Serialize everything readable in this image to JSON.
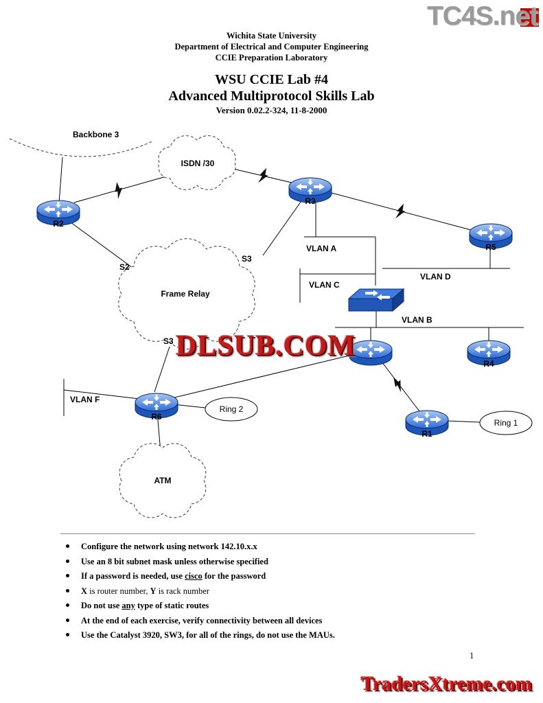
{
  "branding": {
    "logo": "TC4S.net",
    "watermark_center": "DLSUB.COM",
    "watermark_bottom": "TradersXtreme.com",
    "logo_color": "#9a9a9a",
    "watermark_red": "#c11b1b"
  },
  "header": {
    "line1": "Wichita State University",
    "line2": "Department of Electrical and Computer Engineering",
    "line3": "CCIE Preparation Laboratory"
  },
  "title": {
    "line1": "WSU CCIE Lab #4",
    "line2": "Advanced Multiprotocol Skills Lab",
    "version": "Version 0.02.2-324, 11-8-2000"
  },
  "diagram": {
    "labels": {
      "backbone": "Backbone 3",
      "isdn": "ISDN /30",
      "frame_relay": "Frame Relay",
      "atm": "ATM",
      "ring1": "Ring 1",
      "ring2": "Ring 2",
      "vlan_a": "VLAN A",
      "vlan_b": "VLAN B",
      "vlan_c": "VLAN C",
      "vlan_d": "VLAN D",
      "vlan_f": "VLAN F",
      "s2": "S2",
      "s3_top": "S3",
      "s3_bottom": "S3"
    },
    "routers": {
      "r1": "R1",
      "r2": "R2",
      "r3": "R3",
      "r4": "R4",
      "r5": "R5",
      "r6": "R6"
    },
    "device_colors": {
      "router_blue": "#2f6bd8",
      "router_dark": "#1d55b8",
      "switch_blue": "#2257b8"
    }
  },
  "notes": {
    "items": [
      [
        {
          "t": "Configure the network using network 142.10.x.x",
          "b": true
        }
      ],
      [
        {
          "t": "Use an 8 bit subnet mask unless otherwise specified",
          "b": true
        }
      ],
      [
        {
          "t": "If a password is needed, use ",
          "b": true
        },
        {
          "t": "cisco",
          "b": true,
          "u": true
        },
        {
          "t": " for the password",
          "b": true
        }
      ],
      [
        {
          "t": "X",
          "b": true
        },
        {
          "t": " is router number, ",
          "b": false
        },
        {
          "t": "Y",
          "b": true
        },
        {
          "t": " is rack number",
          "b": false
        }
      ],
      [
        {
          "t": "Do not use ",
          "b": true
        },
        {
          "t": "any",
          "b": true,
          "u": true
        },
        {
          "t": " type of static routes",
          "b": true
        }
      ],
      [
        {
          "t": "At the end of each exercise, verify connectivity between all devices",
          "b": true
        }
      ],
      [
        {
          "t": "Use the Catalyst 3920, SW3, for all of the rings, do not use the MAUs.",
          "b": true
        }
      ]
    ]
  },
  "page_number": "1"
}
